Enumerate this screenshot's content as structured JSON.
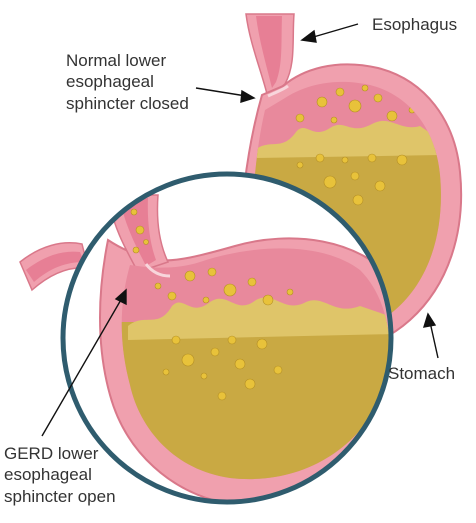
{
  "labels": {
    "esophagus": "Esophagus",
    "normal_sphincter": "Normal lower esophageal sphincter closed",
    "stomach": "Stomach",
    "gerd_sphincter": "GERD lower esophageal sphincter open"
  },
  "colors": {
    "tissue_pink": "#f0a0ae",
    "tissue_light": "#f6c4cc",
    "tissue_dark": "#d9788a",
    "lumen_pink": "#e77f95",
    "acid_liquid": "#c9a943",
    "acid_light": "#dfc569",
    "bubble": "#e8c23a",
    "magnifier_ring": "#2f5c6e",
    "label_text": "#333333",
    "arrow": "#111111"
  },
  "icons": {
    "bubbles": "acid-bubble-icon"
  }
}
